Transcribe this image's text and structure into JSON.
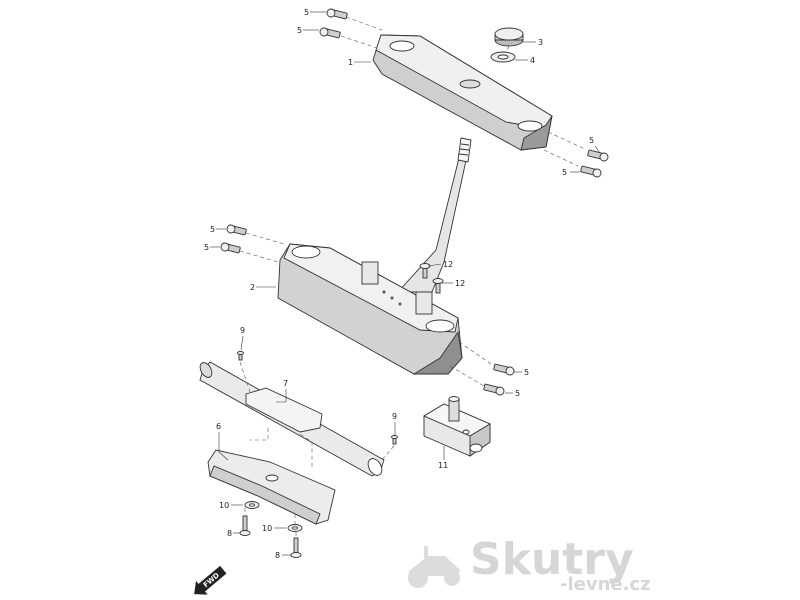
{
  "colors": {
    "outline": "#333333",
    "part_fill_light": "#f2f2f2",
    "part_fill_mid": "#cfcfcf",
    "part_fill_dark": "#8f8f8f",
    "watermark": "#d6d6d6"
  },
  "callouts": {
    "n1": "1",
    "n2": "2",
    "n3": "3",
    "n4": "4",
    "n5": "5",
    "n6": "6",
    "n7": "7",
    "n8": "8",
    "n9": "9",
    "n10": "10",
    "n11": "11",
    "n12": "12"
  },
  "direction_label": "FWD",
  "watermark": {
    "brand_main": "Skutry",
    "brand_sub": "-levne.cz"
  }
}
